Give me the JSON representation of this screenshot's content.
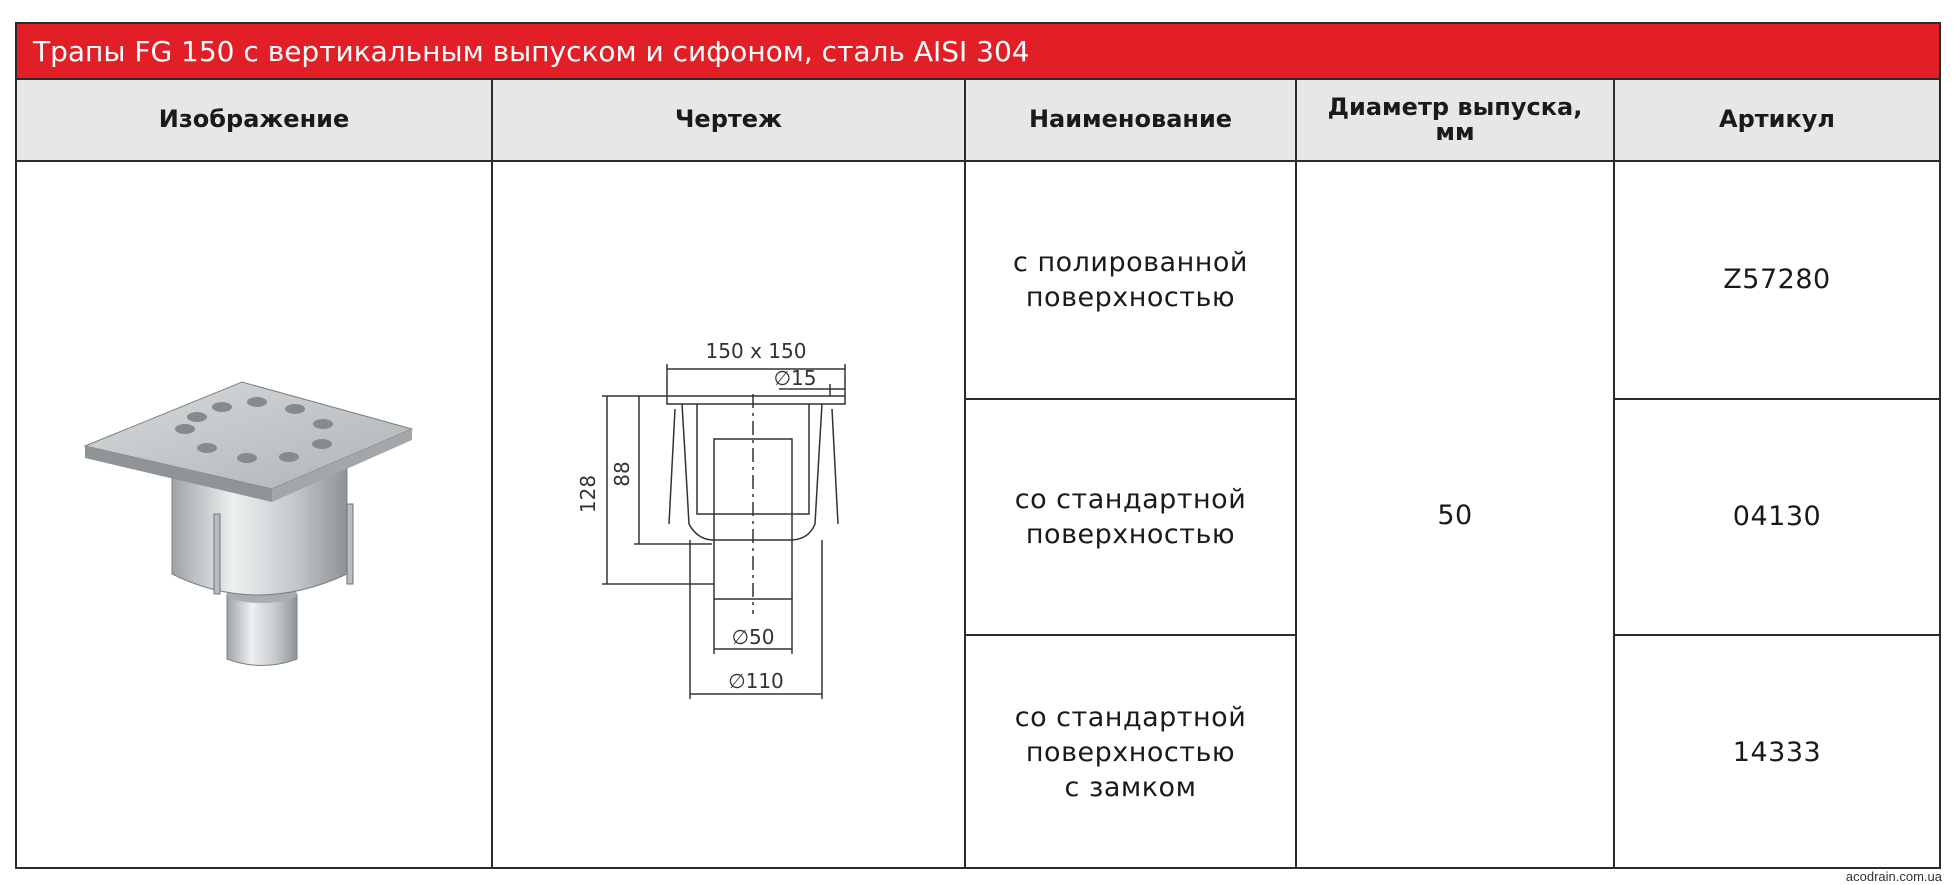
{
  "table": {
    "title": "Трапы FG 150 с вертикальным выпуском и сифоном, сталь AISI 304",
    "headers": {
      "image": "Изображение",
      "drawing": "Чертеж",
      "name": "Наименование",
      "diameter_line1": "Диаметр выпуска,",
      "diameter_line2": "мм",
      "article": "Артикул"
    },
    "rows": [
      {
        "name_line1": "с полированной",
        "name_line2": "поверхностью",
        "name_line3": "",
        "article": "Z57280"
      },
      {
        "name_line1": "со стандартной",
        "name_line2": "поверхностью",
        "name_line3": "",
        "article": "04130"
      },
      {
        "name_line1": "со стандартной",
        "name_line2": "поверхностью",
        "name_line3": "с замком",
        "article": "14333"
      }
    ],
    "diameter_value": "50"
  },
  "drawing": {
    "dim_top": "150 x 150",
    "dim_hole": "∅15",
    "dim_height_total": "128",
    "dim_height_inner": "88",
    "dim_outlet": "∅50",
    "dim_body": "∅110"
  },
  "footer": {
    "source": "acodrain.com.ua"
  },
  "colors": {
    "title_bg": "#e21f26",
    "header_bg": "#e6e7e7"
  }
}
